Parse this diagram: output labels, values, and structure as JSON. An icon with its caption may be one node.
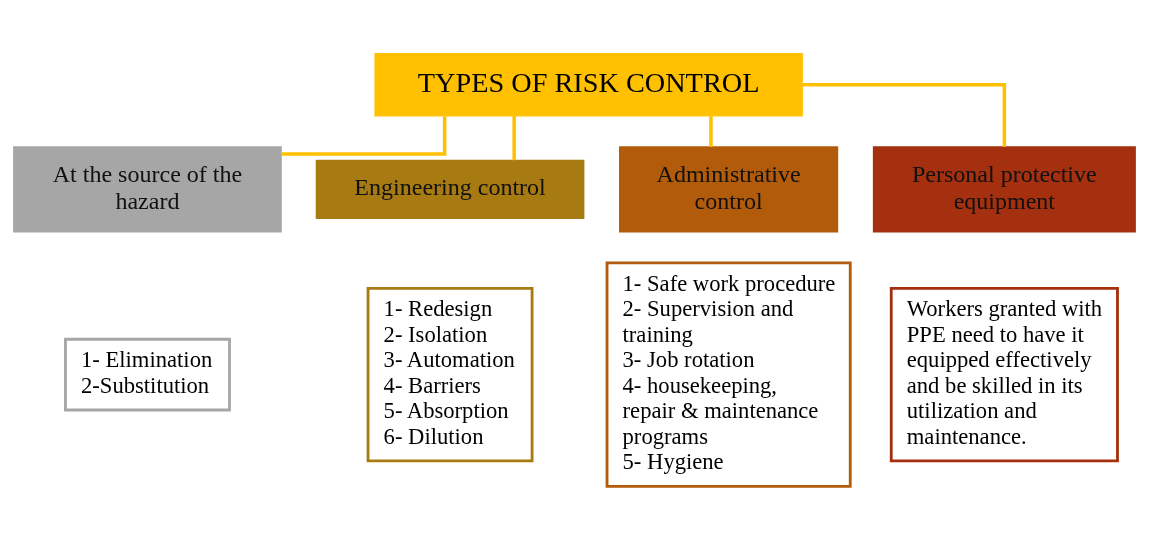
{
  "diagram": {
    "nodes": [
      {
        "text": [
          "TYPES OF RISK CONTROL"
        ]
      },
      {
        "text": [
          "At the source of the hazard"
        ]
      },
      {
        "text": [
          "1- Elimination",
          "2-Substitution"
        ]
      },
      {
        "text": [
          "Engineering control"
        ]
      },
      {
        "text": [
          "1- Redesign",
          "2- Isolation",
          "3- Automation",
          "4- Barriers",
          "5- Absorption",
          "6- Dilution"
        ]
      },
      {
        "text": [
          "Administrative control"
        ]
      },
      {
        "text": [
          "1- Safe work procedure",
          "2- Supervision and training",
          "3- Job rotation",
          "4- housekeeping, repair & maintenance programs",
          "5- Hygiene"
        ]
      },
      {
        "text": [
          "Personal protective equipment"
        ]
      },
      {
        "text": [
          "Workers granted with PPE need to have it equipped effectively and be skilled in its utilization and maintenance."
        ]
      }
    ],
    "edges": [
      {
        "from": 0,
        "to": 1,
        "arrow": "none"
      },
      {
        "from": 0,
        "to": 3,
        "arrow": "none"
      },
      {
        "from": 0,
        "to": 5,
        "arrow": "none"
      },
      {
        "from": 0,
        "to": 7,
        "arrow": "none"
      }
    ]
  }
}
